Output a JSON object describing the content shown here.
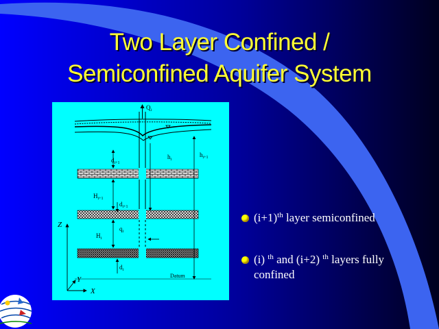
{
  "slide": {
    "title_line1": "Two Layer Confined /",
    "title_line2": "Semiconfined Aquifer System"
  },
  "colors": {
    "background": "#00007a",
    "accent_swoosh": "#3c64f0",
    "title": "#ffff33",
    "diagram_panel": "#00ffff",
    "bullet_dot": "#ffff00",
    "text": "#ffffff"
  },
  "diagram": {
    "labels": {
      "q_well": "Q",
      "q_sub": "i",
      "d_top": "d",
      "d_top_sub": "i+1",
      "h_i": "h",
      "h_i_sub": "i",
      "h_i1": "h",
      "h_i1_sub": "i+1",
      "H_top": "H",
      "H_top_sub": "i+1",
      "d_mid": "d",
      "d_mid_sub": "i+1",
      "q_leak": "q",
      "q_leak_sub": "i",
      "H_mid": "H",
      "H_mid_sub": "i",
      "d_bot": "d",
      "d_bot_sub": "i",
      "datum": "Datum",
      "axis_z": "Z",
      "axis_y": "Y",
      "axis_x": "X"
    }
  },
  "bullets": [
    {
      "pre": "(i+1)",
      "sup": "th",
      "post": " layer semiconfined"
    },
    {
      "pre": "(i) ",
      "sup": "th",
      "mid": " and (i+2) ",
      "sup2": "th",
      "post": " layers fully confined"
    }
  ],
  "icons": {
    "bullet": "yellow-dot-icon",
    "logo": "globe-logo-icon"
  }
}
